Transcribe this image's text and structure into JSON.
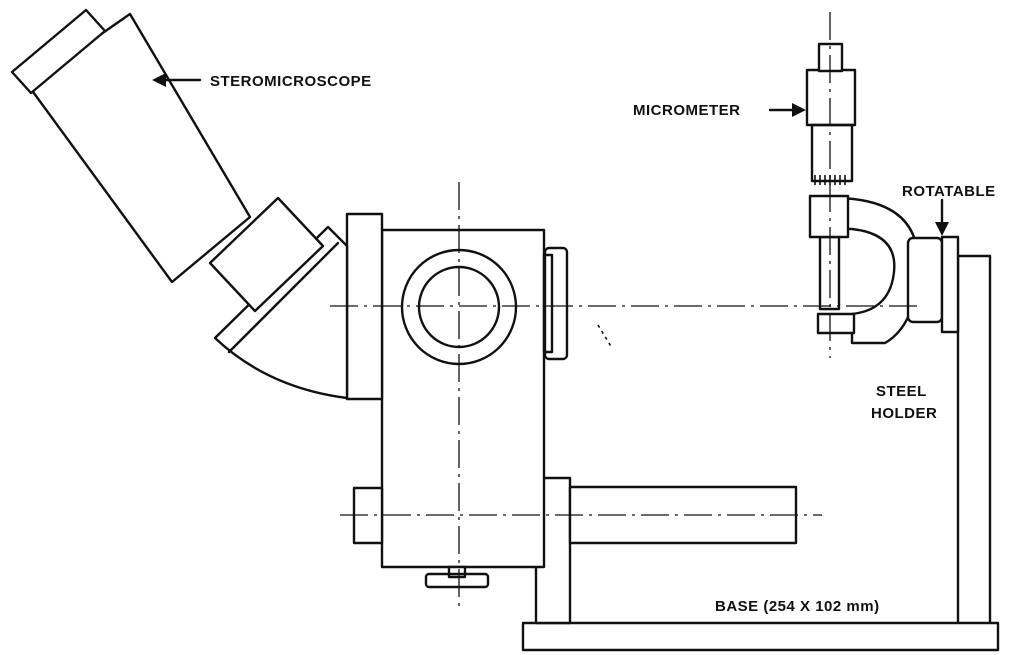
{
  "labels": {
    "steromicroscope": "STEROMICROSCOPE",
    "micrometer": "MICROMETER",
    "rotatable": "ROTATABLE",
    "steel_line1": "STEEL",
    "steel_line2": "HOLDER",
    "base": "BASE (254 X 102 mm)"
  },
  "colors": {
    "ink": "#111111",
    "paper": "#ffffff"
  }
}
